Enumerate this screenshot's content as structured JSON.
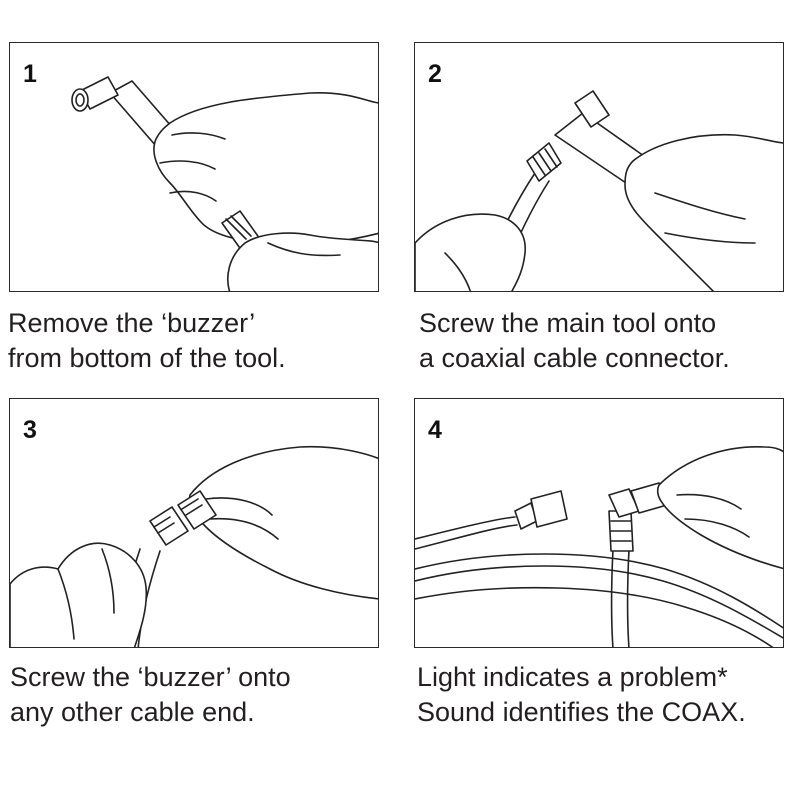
{
  "steps": [
    {
      "number": "1",
      "caption_line1": "Remove the ‘buzzer’",
      "caption_line2": "from bottom of the tool."
    },
    {
      "number": "2",
      "caption_line1": "Screw the main tool onto",
      "caption_line2": "a coaxial cable connector."
    },
    {
      "number": "3",
      "caption_line1": "Screw the ‘buzzer’ onto",
      "caption_line2": "any other cable end."
    },
    {
      "number": "4",
      "caption_line1": "Light indicates a problem*",
      "caption_line2": "Sound identifies the COAX."
    }
  ],
  "colors": {
    "line": "#222222",
    "text": "#231f20",
    "background": "#ffffff"
  }
}
